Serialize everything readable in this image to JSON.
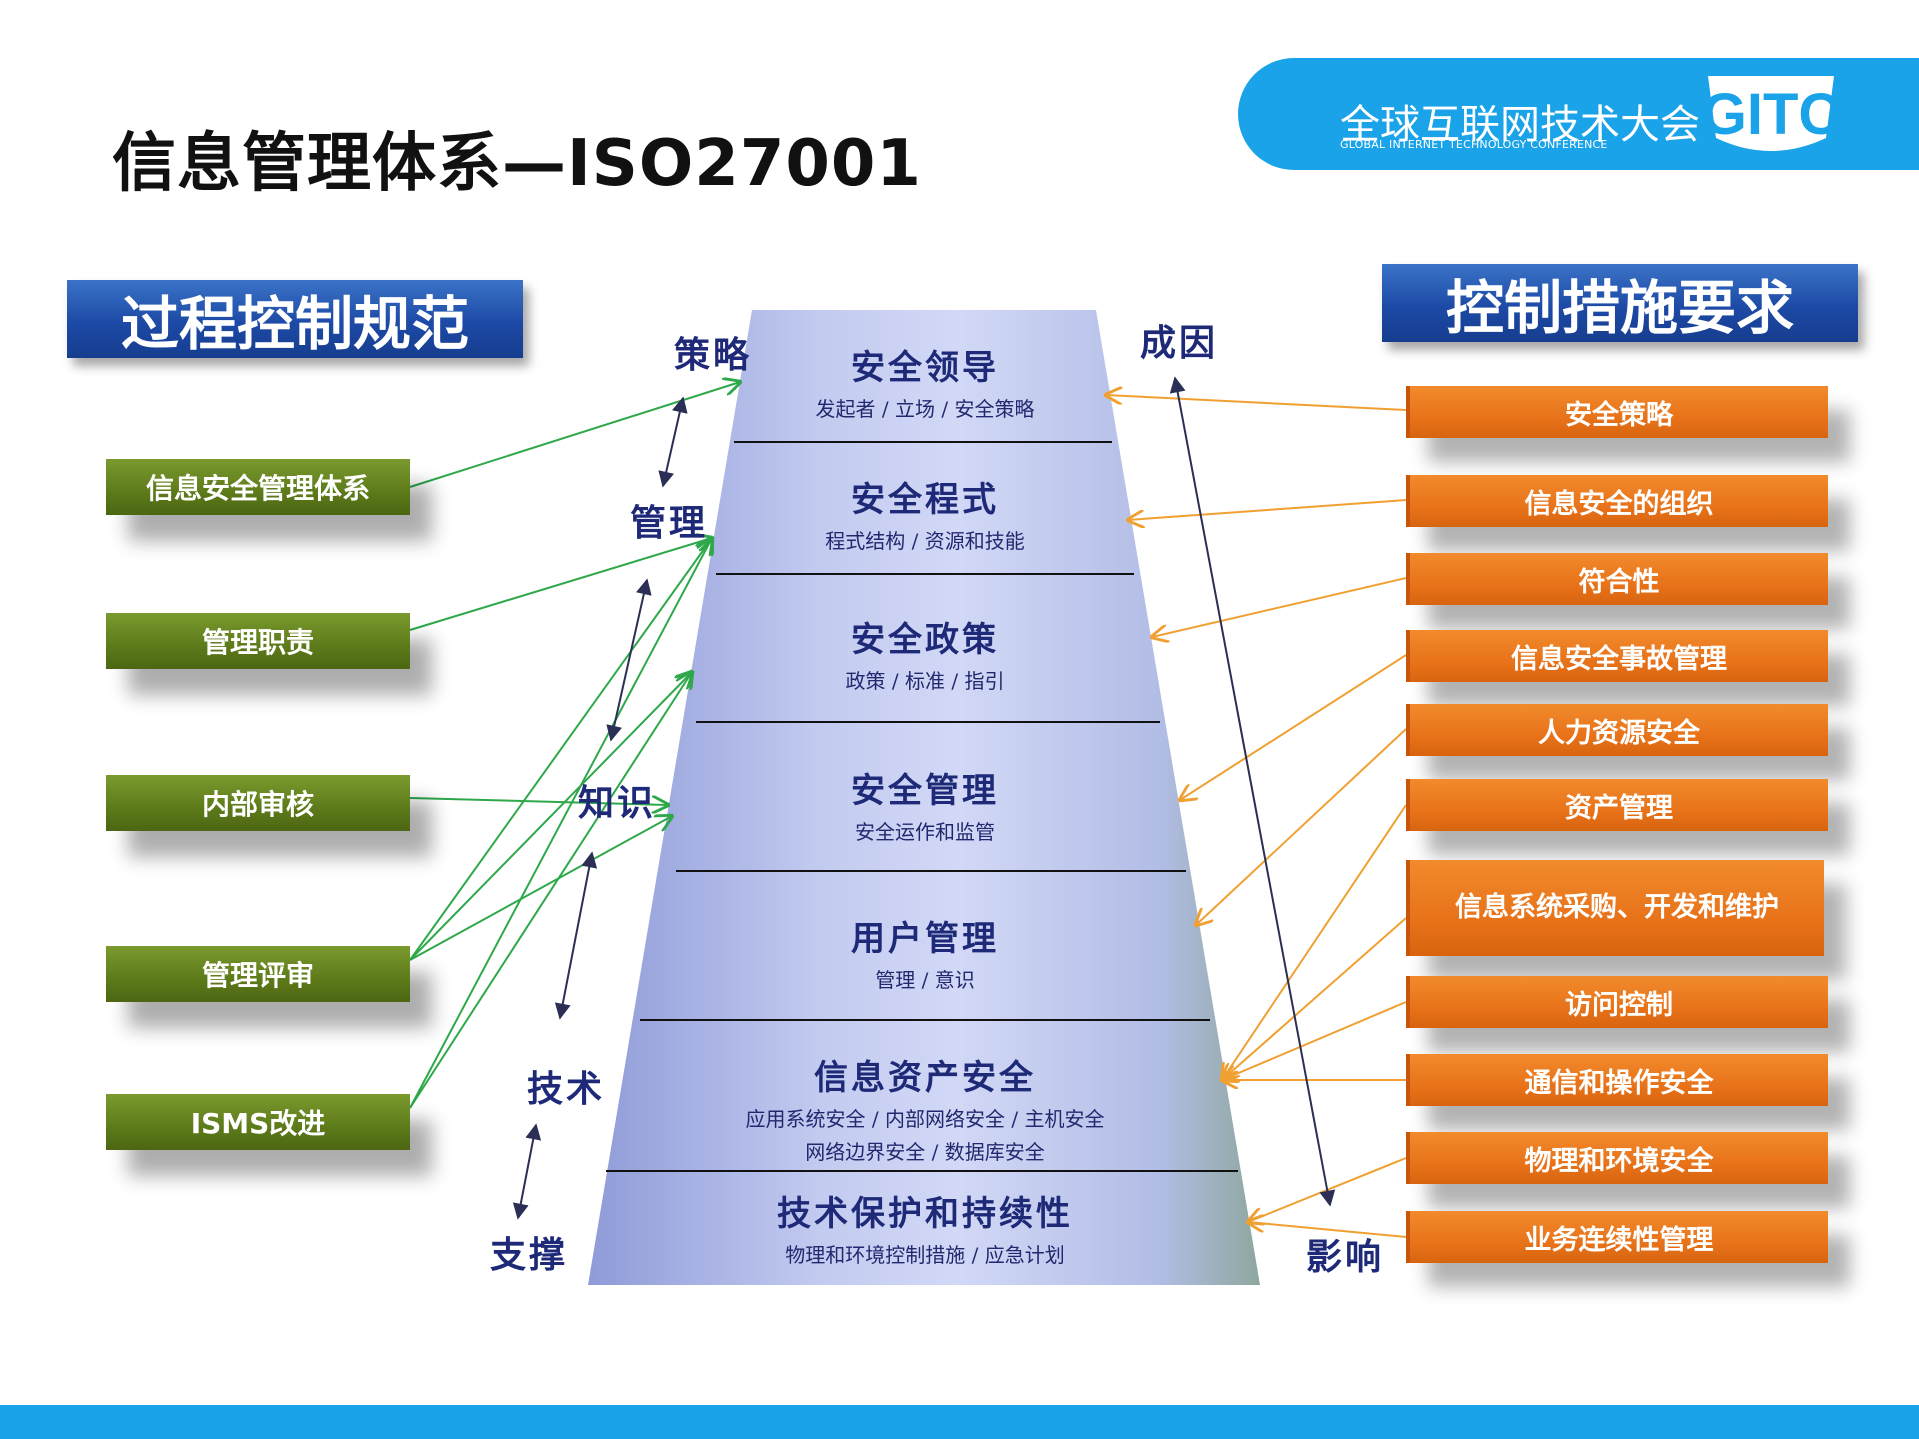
{
  "title": "信息管理体系—ISO27001",
  "logo": {
    "name_cn": "全球互联网技术大会",
    "name_en": "GLOBAL INTERNET TECHNOLOGY CONFERENCE",
    "mark": "GITC"
  },
  "left_header": "过程控制规范",
  "right_header": "控制措施要求",
  "process_items": [
    "信息安全管理体系",
    "管理职责",
    "内部审核",
    "管理评审",
    "ISMS改进"
  ],
  "control_items": [
    "安全策略",
    "信息安全的组织",
    "符合性",
    "信息安全事故管理",
    "人力资源安全",
    "资产管理",
    "信息系统采购、开发和维护",
    "访问控制",
    "通信和操作安全",
    "物理和环境安全",
    "业务连续性管理"
  ],
  "layers": [
    {
      "title": "安全领导",
      "sub": "发起者 / 立场 / 安全策略"
    },
    {
      "title": "安全程式",
      "sub": "程式结构 / 资源和技能"
    },
    {
      "title": "安全政策",
      "sub": "政策 / 标准 / 指引"
    },
    {
      "title": "安全管理",
      "sub": "安全运作和监管"
    },
    {
      "title": "用户管理",
      "sub": "管理 / 意识"
    },
    {
      "title": "信息资产安全",
      "sub": "应用系统安全 / 内部网络安全 / 主机安全",
      "sub2": "网络边界安全 / 数据库安全"
    },
    {
      "title": "技术保护和持续性",
      "sub": "物理和环境控制措施 / 应急计划"
    }
  ],
  "side_labels": {
    "strategy": "策略",
    "management": "管理",
    "knowledge": "知识",
    "technology": "技术",
    "support": "支撑",
    "cause": "成因",
    "influence": "影响"
  },
  "colors": {
    "header_blue": "#1d4aa6",
    "green_box": "#5d7a1a",
    "orange_box": "#e8731a",
    "band_blue": "#1aa3e8",
    "arrow_green": "#2ea84a",
    "arrow_orange": "#f0a030",
    "trapezoid": "#b8c4ec"
  }
}
